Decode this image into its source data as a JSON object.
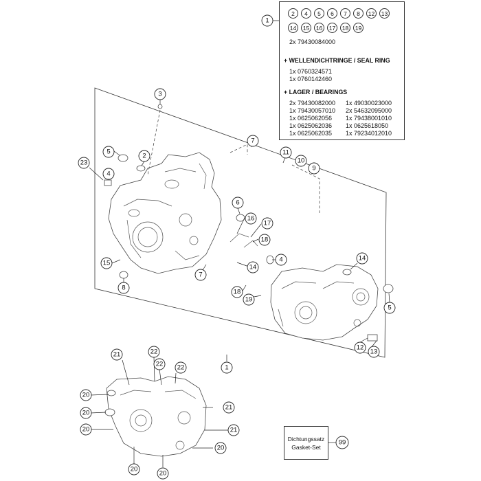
{
  "legend": {
    "ref_number": "1",
    "included_row1": [
      "2",
      "4",
      "5",
      "6",
      "7",
      "8",
      "12",
      "13"
    ],
    "included_row2": [
      "14",
      "15",
      "16",
      "17",
      "18",
      "19"
    ],
    "included_part": "2x 79430084000",
    "seal_heading": "WELLENDICHTRINGE /  SEAL RING",
    "seal_parts": [
      "1x 0760324571",
      "1x 0760142460"
    ],
    "bearing_heading": "LAGER / BEARINGS",
    "bearing_parts_left": [
      "2x 79430082000",
      "1x 79430057010",
      "1x 0625062056",
      "1x 0625062036",
      "1x 0625062035"
    ],
    "bearing_parts_right": [
      "1x 49030023000",
      "2x 54632095000",
      "1x 79438001010",
      "1x 0625618050",
      "1x 79234012010"
    ],
    "plus_symbol": "+"
  },
  "gasket_kit": {
    "line1": "Dichtungssatz",
    "line2": "Gasket-Set",
    "ref_number": "99"
  },
  "callouts": {
    "c3": "3",
    "c5a": "5",
    "c2": "2",
    "c23": "23",
    "c4a": "4",
    "c6": "6",
    "c16": "16",
    "c17": "17",
    "c18a": "18",
    "c15": "15",
    "c8": "8",
    "c7a": "7",
    "c7b": "7",
    "c11": "11",
    "c10": "10",
    "c9": "9",
    "c4b": "4",
    "c14a": "14",
    "c14b": "14",
    "c18b": "18",
    "c19": "19",
    "c5b": "5",
    "c12": "12",
    "c13": "13",
    "c1": "1",
    "c21a": "21",
    "c22a": "22",
    "c22b": "22",
    "c22c": "22",
    "c20a": "20",
    "c20b": "20",
    "c21b": "21",
    "c20c": "20",
    "c21c": "21",
    "c20d": "20",
    "c20e": "20",
    "c20f": "20"
  },
  "colors": {
    "line": "#222222",
    "background": "#ffffff"
  }
}
